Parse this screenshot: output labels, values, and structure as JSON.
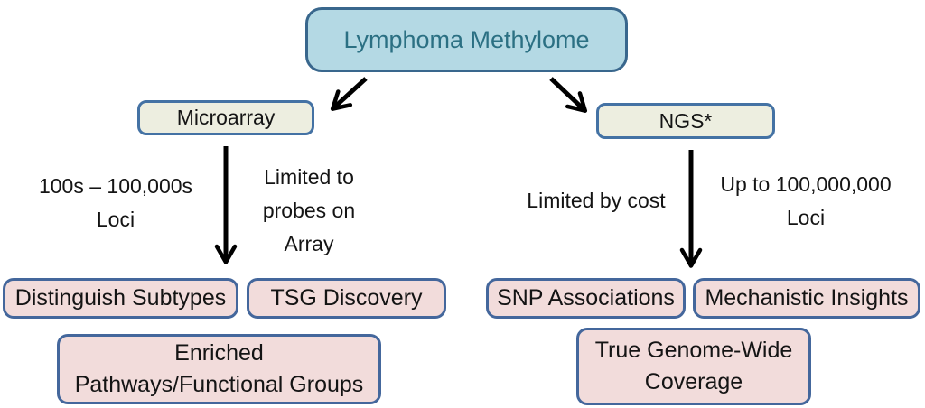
{
  "diagram": {
    "root": {
      "label": "Lymphoma Methylome"
    },
    "microarray": {
      "label": "Microarray",
      "loci_note": [
        "100s – 100,000s",
        "Loci"
      ],
      "limitation_note": [
        "Limited to",
        "probes on",
        "Array"
      ],
      "outcome_distinguish": "Distinguish Subtypes",
      "outcome_tsg": "TSG Discovery",
      "outcome_enriched": [
        "Enriched",
        "Pathways/Functional Groups"
      ]
    },
    "ngs": {
      "label": "NGS*",
      "limitation_note": "Limited by cost",
      "loci_note": [
        "Up to 100,000,000",
        "Loci"
      ],
      "outcome_snp": "SNP Associations",
      "outcome_mechanistic": "Mechanistic Insights",
      "outcome_genomewide": [
        "True Genome-Wide",
        "Coverage"
      ]
    },
    "colors": {
      "root_fill": "#b4d9e4",
      "root_border": "#39678d",
      "root_text": "#2b7083",
      "method_fill": "#edeee0",
      "outcome_fill": "#f2dcdb",
      "box_border": "#4472a4",
      "arrow": "#000000",
      "background": "#ffffff"
    }
  }
}
